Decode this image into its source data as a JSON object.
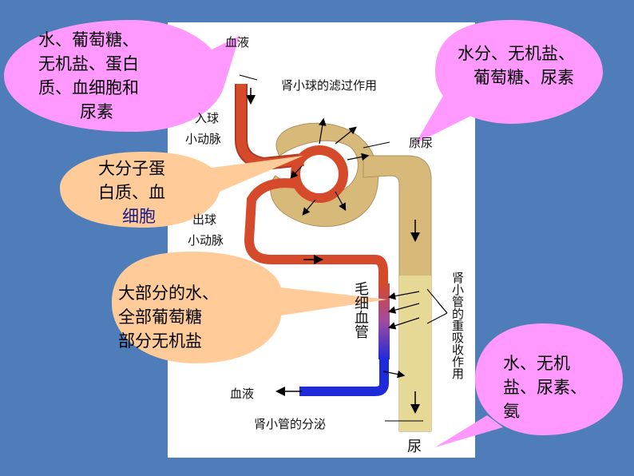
{
  "colors": {
    "background": "#4f7dba",
    "pink_bubble": "#ff99ff",
    "peach_bubble": "#ffcc99",
    "tubule": "#d7b97a",
    "tubule_light": "#e6d995",
    "artery": "#d44a2a",
    "vein": "#1f2ad8",
    "capillary": "#b04a8a"
  },
  "bubbles": {
    "top_left": [
      "水、葡萄糖、",
      "无机盐、蛋白",
      "质、血细胞和",
      "尿素"
    ],
    "top_right": [
      "水分、无机盐、",
      "葡萄糖、尿素"
    ],
    "mid_left": [
      "大分子蛋",
      "白质、血",
      "细胞"
    ],
    "lower_left": [
      "大部分的水、",
      "全部葡萄糖",
      "部分无机盐"
    ],
    "bottom_right": [
      "水、无机",
      "盐、尿素、",
      "氨"
    ]
  },
  "labels": {
    "blood_in": "血液",
    "glomerulus_filtration": "肾小球的滤过作用",
    "afferent_arteriole": [
      "入球",
      "小动脉"
    ],
    "primary_urine": "原尿",
    "efferent_arteriole": [
      "出球",
      "小动脉"
    ],
    "capillary": "毛细血管",
    "reabsorption": "肾小管的重吸收作用",
    "blood_out": "血液",
    "secretion": "肾小管的分泌",
    "urine": "尿"
  }
}
